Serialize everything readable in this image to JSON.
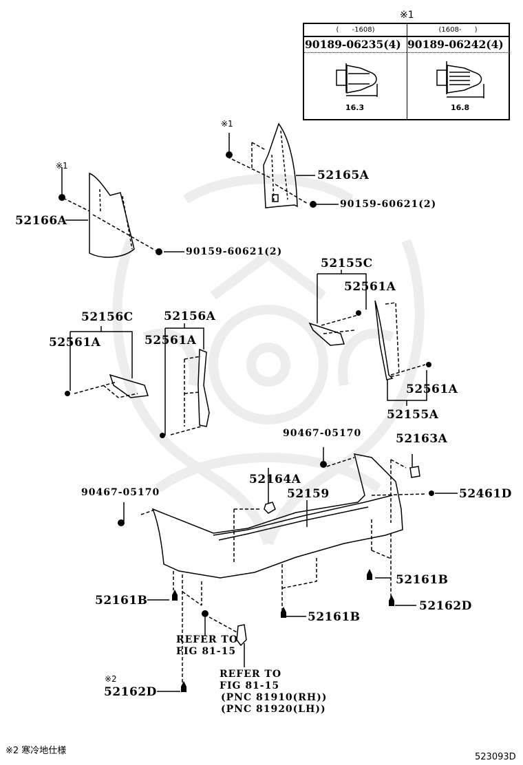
{
  "legend": {
    "mark": "※1",
    "columns": [
      {
        "range": "(      -1608)",
        "part_number": "90189-06235(4)",
        "dimension": "16.3"
      },
      {
        "range": "(1608-      )",
        "part_number": "90189-06242(4)",
        "dimension": "16.8"
      }
    ]
  },
  "callouts": {
    "mark_1a": "※1",
    "mark_1b": "※1",
    "mark_2": "※2",
    "p52165A": "52165A",
    "p90159_upper": "90159-60621(2)",
    "p52166A": "52166A",
    "p90159_lower": "90159-60621(2)",
    "p52155C": "52155C",
    "p52561A_1": "52561A",
    "p52156C": "52156C",
    "p52561A_2": "52561A",
    "p52156A": "52156A",
    "p52561A_3": "52561A",
    "p52561A_4": "52561A",
    "p52155A": "52155A",
    "p90467_upper": "90467-05170",
    "p52163A": "52163A",
    "p52164A": "52164A",
    "p52159": "52159",
    "p52461D": "52461D",
    "p90467_lower": "90467-05170",
    "p52161B_left": "52161B",
    "p52161B_right": "52161B",
    "p52161B_center": "52161B",
    "p52162D_right": "52162D",
    "p52162D_left": "52162D",
    "refer1_line1": "REFER TO",
    "refer1_line2": "FIG 81-15",
    "refer2_line1": "REFER TO",
    "refer2_line2": "FIG 81-15",
    "refer2_line3": "(PNC 81910(RH))",
    "refer2_line4": "(PNC 81920(LH))"
  },
  "footer": {
    "note": "※2 寒冷地仕様",
    "diagram_id": "523093D"
  }
}
